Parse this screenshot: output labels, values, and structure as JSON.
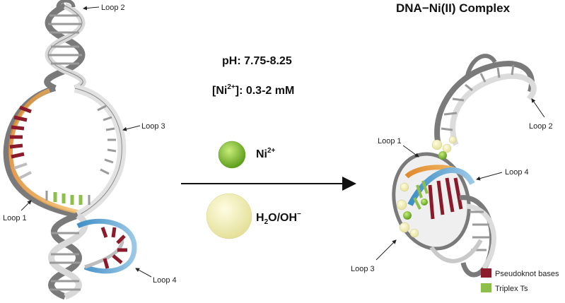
{
  "title": "DNA−Ni(II) Complex",
  "conditions": {
    "ph_label": "pH: 7.75-8.25",
    "ni_prefix": "[Ni",
    "ni_sup": "2+",
    "ni_suffix": "]: 0.3-2 mM"
  },
  "species": {
    "ni_base": "Ni",
    "ni_sup": "2+",
    "water_h": "H",
    "water_sub": "2",
    "water_rest": "O/OH",
    "water_sup": "−"
  },
  "left_labels": {
    "loop1": "Loop 1",
    "loop2": "Loop 2",
    "loop3": "Loop 3",
    "loop4": "Loop 4"
  },
  "right_labels": {
    "loop1": "Loop 1",
    "loop2": "Loop 2",
    "loop3": "Loop 3",
    "loop4": "Loop 4"
  },
  "legend": {
    "pseudoknot": "Pseudoknot bases",
    "triplex": "Triplex Ts"
  },
  "colors": {
    "pseudoknot": "#8b1a2b",
    "triplex": "#8cc04a",
    "nickel": "#7cbf2a",
    "water": "#f3f1b0",
    "backbone_orange": "#e8923a",
    "backbone_blue": "#3e8ec6"
  }
}
